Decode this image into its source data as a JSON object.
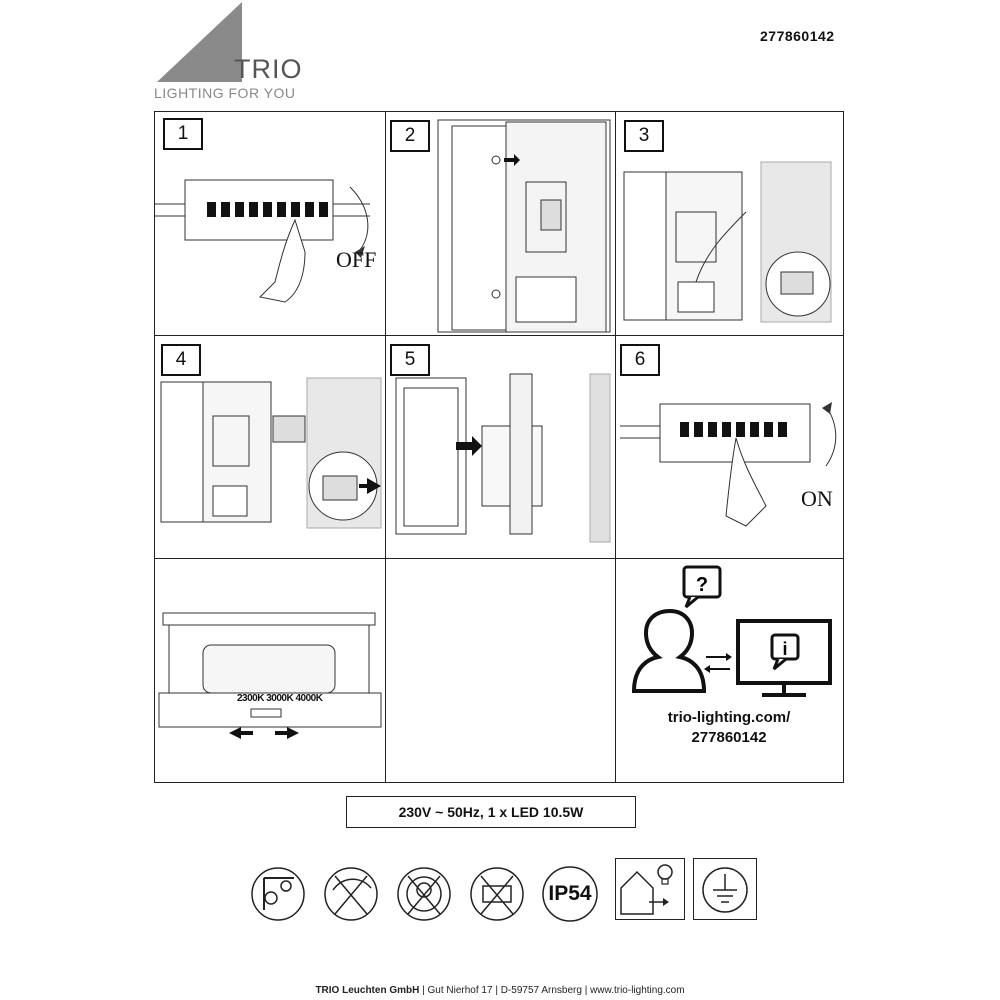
{
  "brand": {
    "name": "TRIO",
    "tagline": "LIGHTING FOR YOU"
  },
  "article_number": "277860142",
  "steps": [
    {
      "number": "1",
      "label": "OFF"
    },
    {
      "number": "2"
    },
    {
      "number": "3"
    },
    {
      "number": "4"
    },
    {
      "number": "5"
    },
    {
      "number": "6",
      "label": "ON"
    }
  ],
  "cct": {
    "values": [
      "2300K",
      "3000K",
      "4000K"
    ]
  },
  "info": {
    "url_line1": "trio-lighting.com/",
    "url_line2": "277860142"
  },
  "spec": "230V ~ 50Hz, 1 x LED 10.5W",
  "symbols": {
    "ip_rating": "IP54",
    "icons": [
      "min-distance-icon",
      "no-dimmer-icon",
      "led-replaceable-icon",
      "no-cover-insulation-icon",
      "ip54-icon",
      "indoor-outdoor-icon",
      "protective-earth-icon"
    ]
  },
  "footer": {
    "company": "TRIO Leuchten GmbH",
    "address1": "Gut Nierhof 17",
    "address2": "D-59757 Arnsberg",
    "web": "www.trio-lighting.com"
  },
  "colors": {
    "logo_gray": "#8a8a8a",
    "line": "#222222"
  }
}
